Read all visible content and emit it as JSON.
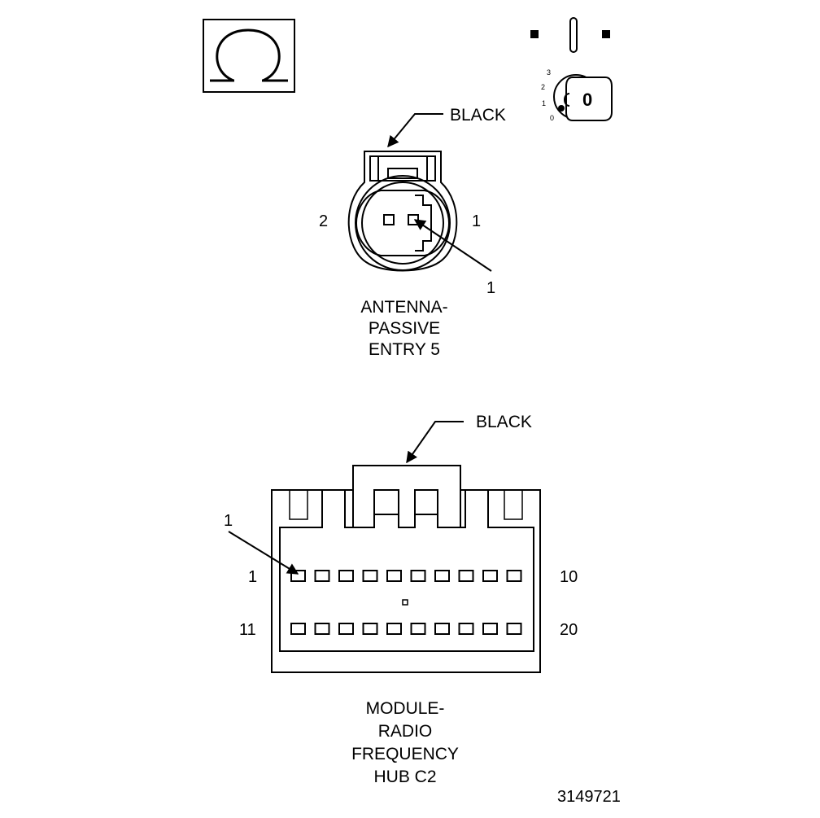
{
  "ohm_symbol": "Ω",
  "ignition_icon": {
    "key_label": "0",
    "positions": [
      "3",
      "2",
      "1",
      "0"
    ]
  },
  "antenna_connector": {
    "color_label": "BLACK",
    "pin_left": "2",
    "pin_right": "1",
    "callout": "1",
    "caption": [
      "ANTENNA-",
      "PASSIVE",
      "ENTRY 5"
    ]
  },
  "hub_connector": {
    "color_label": "BLACK",
    "callout": "1",
    "row1_start": "1",
    "row1_end": "10",
    "row2_start": "11",
    "row2_end": "20",
    "pin_count_per_row": 10,
    "caption": [
      "MODULE-",
      "RADIO",
      "FREQUENCY",
      "HUB C2"
    ]
  },
  "figure_id": "3149721"
}
